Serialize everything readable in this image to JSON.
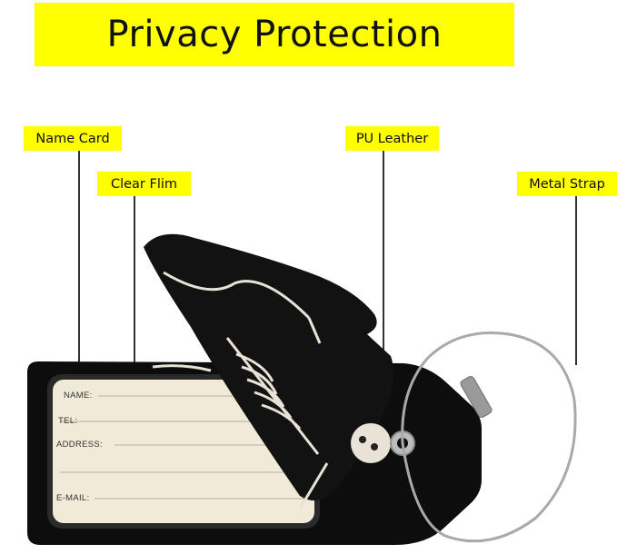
{
  "banner": {
    "title": "Privacy Protection"
  },
  "callouts": {
    "name_card": "Name Card",
    "clear_film": "Clear Flim",
    "pu_leather": "PU Leather",
    "metal_strap": "Metal Strap"
  },
  "card_fields": {
    "name": "NAME:",
    "tel": "TEL:",
    "address": "ADDRESS:",
    "email": "E-MAIL:"
  },
  "colors": {
    "banner": "#ffff00",
    "leather": "#0d0d0d",
    "card": "#f1ead8"
  }
}
